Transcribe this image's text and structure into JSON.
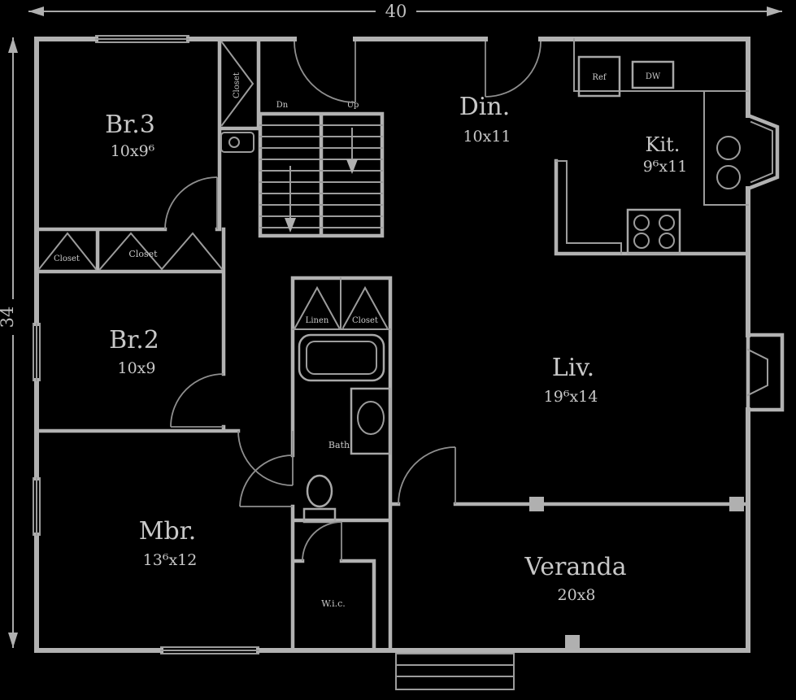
{
  "dimensions": {
    "overall_width": "40",
    "overall_height": "34"
  },
  "rooms": {
    "br3": {
      "name": "Br.3",
      "size": "10x9⁶"
    },
    "br2": {
      "name": "Br.2",
      "size": "10x9"
    },
    "mbr": {
      "name": "Mbr.",
      "size": "13⁶x12"
    },
    "din": {
      "name": "Din.",
      "size": "10x11"
    },
    "kit": {
      "name": "Kit.",
      "size": "9⁶x11"
    },
    "liv": {
      "name": "Liv.",
      "size": "19⁶x14"
    },
    "veranda": {
      "name": "Veranda",
      "size": "20x8"
    }
  },
  "labels": {
    "front_closet": "Closet",
    "br2_closet_left": "Closet",
    "br2_closet_right": "Closet",
    "linen": "Linen",
    "bath_closet": "Closet",
    "bath": "Bath",
    "wic": "W.i.c.",
    "fridge": "Ref",
    "dishwasher": "DW",
    "stairs_down": "Dn",
    "stairs_up": "Up"
  },
  "colors": {
    "background": "#000000",
    "wall": "#b2b2b2",
    "text": "#c8c8c8"
  }
}
